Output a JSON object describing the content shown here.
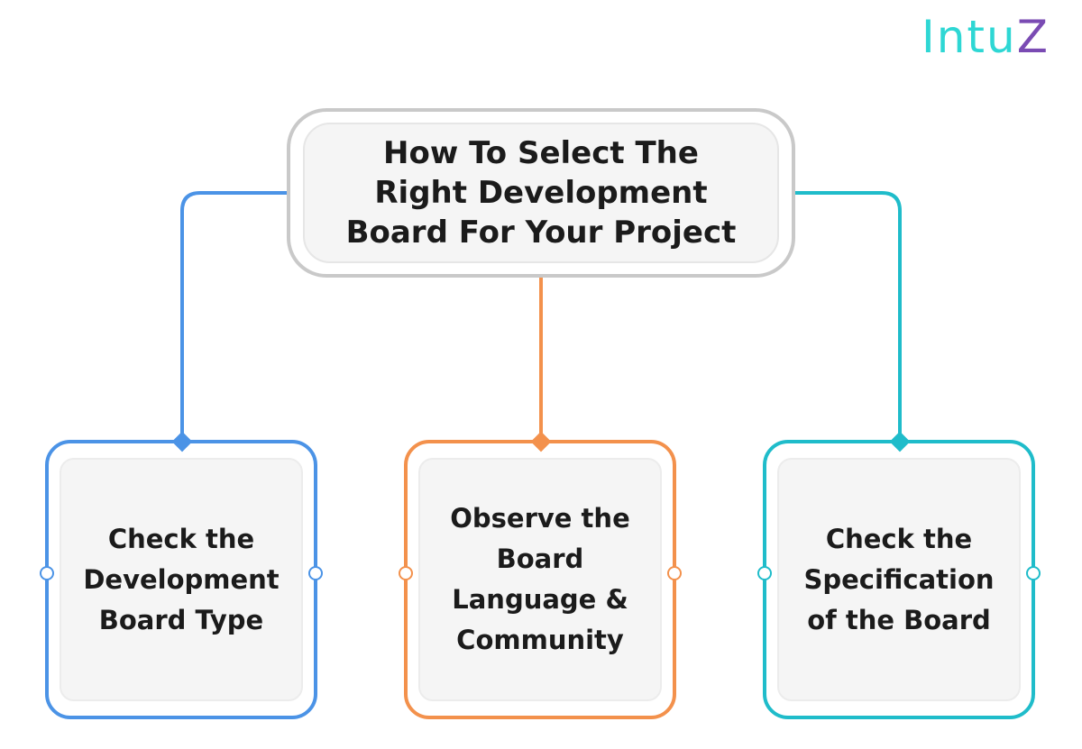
{
  "logo": {
    "text_main": "Intu",
    "text_accent": "Z"
  },
  "title": "How To Select The Right Development Board For Your Project",
  "cards": [
    {
      "label": "Check the Development Board Type",
      "color": "#4b93e6"
    },
    {
      "label": "Observe the Board Language & Community",
      "color": "#f3914c"
    },
    {
      "label": "Check the Specification of the Board",
      "color": "#1fbcca"
    }
  ],
  "colors": {
    "title_border": "#c9c9c9",
    "logo_primary": "#2ed7d4",
    "logo_accent": "#7a4bb3"
  }
}
